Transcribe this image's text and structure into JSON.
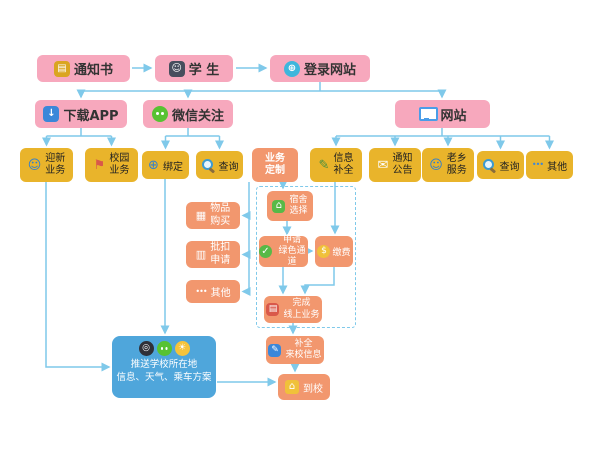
{
  "colors": {
    "pink": "#f7a8bd",
    "gold": "#e9b42b",
    "salmon": "#f2976e",
    "blue_box": "#4fa6db",
    "arrow": "#7fc9ea"
  },
  "icons": {
    "notice": "▤",
    "student": "☺",
    "globe": "⊕",
    "download": "↓",
    "welcome": "☺",
    "campus": "⚑",
    "bind": "⊕",
    "pencil": "✎",
    "announce": "✉",
    "hometown": "☺",
    "dots": "•••",
    "purchase": "▦",
    "batch": "▥",
    "dorm": "⌂",
    "check": "✓",
    "money": "$",
    "books": "▤",
    "school": "⌂",
    "weibo": "◎",
    "sun": "☀"
  },
  "nodes": {
    "notice": {
      "label": "通知书"
    },
    "student": {
      "label": "学 生"
    },
    "login": {
      "label": "登录网站"
    },
    "app": {
      "label": "下载APP"
    },
    "wechat": {
      "label": "微信关注"
    },
    "site": {
      "label": "网站"
    },
    "welcome": {
      "lines": [
        "迎新",
        "业务"
      ]
    },
    "campus": {
      "lines": [
        "校园",
        "业务"
      ]
    },
    "bind": {
      "label": "绑定"
    },
    "query_wechat": {
      "label": "查询"
    },
    "custom": {
      "lines": [
        "业务",
        "定制"
      ]
    },
    "info_fill": {
      "lines": [
        "信息",
        "补全"
      ]
    },
    "announce": {
      "lines": [
        "通知",
        "公告"
      ]
    },
    "hometown": {
      "lines": [
        "老乡",
        "服务"
      ]
    },
    "query_site": {
      "label": "查询"
    },
    "other_site": {
      "label": "其他"
    },
    "purchase": {
      "lines": [
        "物品",
        "购买"
      ]
    },
    "batch": {
      "lines": [
        "批扣",
        "申请"
      ]
    },
    "other_mid": {
      "label": "其他"
    },
    "dorm": {
      "lines": [
        "宿舍",
        "选择"
      ]
    },
    "green_channel": {
      "lines": [
        "申请",
        "绿色通道"
      ]
    },
    "pay": {
      "label": "缴费"
    },
    "finish_online": {
      "lines": [
        "完成",
        "线上业务"
      ]
    },
    "fill_arrival": {
      "lines": [
        "补全",
        "来校信息"
      ]
    },
    "arrive": {
      "label": "到校"
    },
    "push": {
      "lines": [
        "推送学校所在地",
        "信息、天气、乘车方案"
      ]
    }
  }
}
